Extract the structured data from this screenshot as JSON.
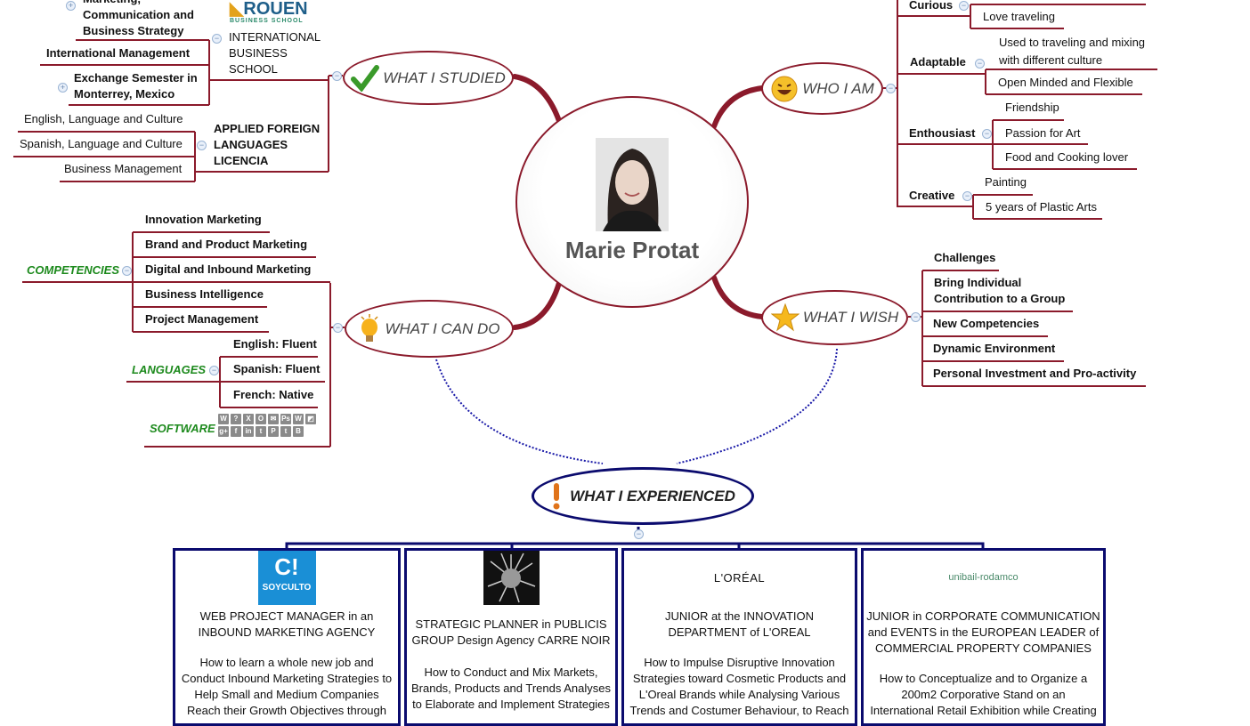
{
  "center": {
    "name": "Marie Protat"
  },
  "colors": {
    "branch": "#8b1a2b",
    "green": "#1d8a1d",
    "navy": "#0b0b6e",
    "dotted": "#1a1aa8"
  },
  "studied": {
    "title": "WHAT I STUDIED",
    "rouen_logo": "ROUEN BUSINESS SCHOOL",
    "ibs": {
      "label": "INTERNATIONAL\nBUSINESS\nSCHOOL",
      "items": [
        "Marketing,\nCommunication and\nBusiness Strategy",
        "International Management",
        "Exchange Semester in\nMonterrey, Mexico"
      ]
    },
    "afl": {
      "label": "APPLIED FOREIGN\nLANGUAGES\nLICENCIA",
      "items": [
        "English, Language and Culture",
        "Spanish, Language and Culture",
        "Business Management"
      ]
    }
  },
  "who": {
    "title": "WHO I AM",
    "curious": {
      "label": "Curious",
      "items": [
        "Love traveling"
      ]
    },
    "adaptable": {
      "label": "Adaptable",
      "items": [
        "Used to traveling and mixing\nwith different culture",
        "Open Minded and Flexible"
      ]
    },
    "enthousiast": {
      "label": "Enthousiast",
      "items": [
        "Friendship",
        "Passion for Art",
        "Food and Cooking lover"
      ]
    },
    "creative": {
      "label": "Creative",
      "items": [
        "Painting",
        "5 years of Plastic Arts"
      ]
    }
  },
  "can_do": {
    "title": "WHAT I CAN DO",
    "competencies": {
      "label": "COMPETENCIES",
      "items": [
        "Innovation Marketing",
        "Brand and Product Marketing",
        "Digital and Inbound Marketing",
        "Business Intelligence",
        "Project Management"
      ]
    },
    "languages": {
      "label": "LANGUAGES",
      "items": [
        "English: Fluent",
        "Spanish: Fluent",
        "French: Native"
      ]
    },
    "software": {
      "label": "SOFTWARE",
      "icons": [
        {
          "name": "word-icon",
          "glyph": "W"
        },
        {
          "name": "help-icon",
          "glyph": "?"
        },
        {
          "name": "excel-icon",
          "glyph": "X"
        },
        {
          "name": "outlook-icon",
          "glyph": "O"
        },
        {
          "name": "mail-icon",
          "glyph": "✉"
        },
        {
          "name": "photoshop-icon",
          "glyph": "Ps"
        },
        {
          "name": "wordpress-icon",
          "glyph": "W"
        },
        {
          "name": "delicious-icon",
          "glyph": "◩"
        },
        {
          "name": "google-plus-icon",
          "glyph": "g+"
        },
        {
          "name": "facebook-icon",
          "glyph": "f"
        },
        {
          "name": "linkedin-icon",
          "glyph": "in"
        },
        {
          "name": "twitter-icon",
          "glyph": "t"
        },
        {
          "name": "pinterest-icon",
          "glyph": "P"
        },
        {
          "name": "tumblr-icon",
          "glyph": "t"
        },
        {
          "name": "blogger-icon",
          "glyph": "B"
        }
      ]
    }
  },
  "wish": {
    "title": "WHAT I WISH",
    "items": [
      "Challenges",
      "Bring Individual\nContribution to a Group",
      "New Competencies",
      "Dynamic Environment",
      "Personal Investment and Pro-activity"
    ]
  },
  "experienced": {
    "title": "WHAT I EXPERIENCED",
    "jobs": [
      {
        "logo": "SOYCULTO",
        "title": "WEB PROJECT MANAGER in an\nINBOUND MARKETING AGENCY",
        "desc": "How to learn a whole new job and\nConduct Inbound Marketing Strategies to\nHelp Small and Medium Companies\nReach their Growth Objectives through"
      },
      {
        "logo": "",
        "title": "STRATEGIC PLANNER in PUBLICIS\nGROUP Design Agency CARRE NOIR",
        "desc": "How to Conduct and Mix Markets,\nBrands, Products and Trends Analyses\nto Elaborate and Implement Strategies"
      },
      {
        "logo": "L'ORÉAL",
        "title": "JUNIOR at the INNOVATION\nDEPARTMENT of L'OREAL",
        "desc": "How to Impulse Disruptive Innovation\nStrategies toward Cosmetic Products and\nL'Oreal Brands while Analysing Various\nTrends and Costumer Behaviour, to Reach"
      },
      {
        "logo": "unibail-rodamco",
        "title": "JUNIOR in CORPORATE COMMUNICATION\nand EVENTS in the EUROPEAN LEADER of\nCOMMERCIAL PROPERTY COMPANIES",
        "desc": "How to Conceptualize and to Organize a\n200m2 Corporative Stand on an\nInternational Retail Exhibition while Creating"
      }
    ]
  }
}
